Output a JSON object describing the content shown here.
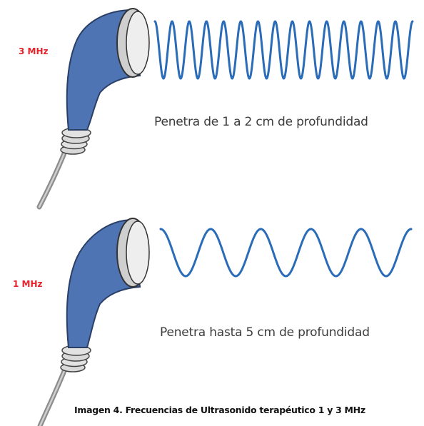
{
  "diagram": {
    "colors": {
      "handle": "#4f74b4",
      "handle_stroke": "#2a3f66",
      "head_face": "#e6e6e6",
      "cable": "#8c8c8c",
      "wave": "#2a6cb8",
      "label": "#e8202a"
    },
    "panels": [
      {
        "frequency_label": "3 MHz",
        "description": "Penetra de 1 a 2 cm de profundidad",
        "wave_cycles": 15
      },
      {
        "frequency_label": "1 MHz",
        "description": "Penetra hasta 5 cm de profundidad",
        "wave_cycles": 5
      }
    ],
    "caption": "Imagen 4. Frecuencias de Ultrasonido terapéutico 1 y 3 MHz"
  }
}
